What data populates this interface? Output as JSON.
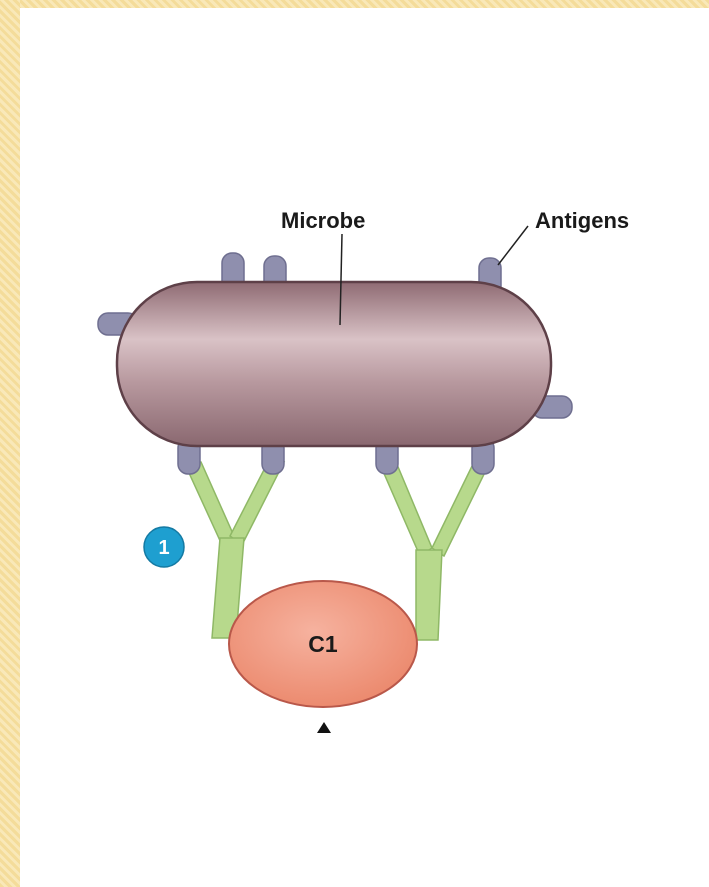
{
  "labels": {
    "microbe": "Microbe",
    "antigens": "Antigens",
    "c1": "C1",
    "step": "1"
  },
  "colors": {
    "microbe_fill": "#b08c93",
    "antigen_fill": "#8f8fae",
    "antibody_fill": "#b7d98c",
    "c1_fill": "#f2957b",
    "step_badge": "#1e9fd0",
    "frame": "#f4dc9a"
  }
}
